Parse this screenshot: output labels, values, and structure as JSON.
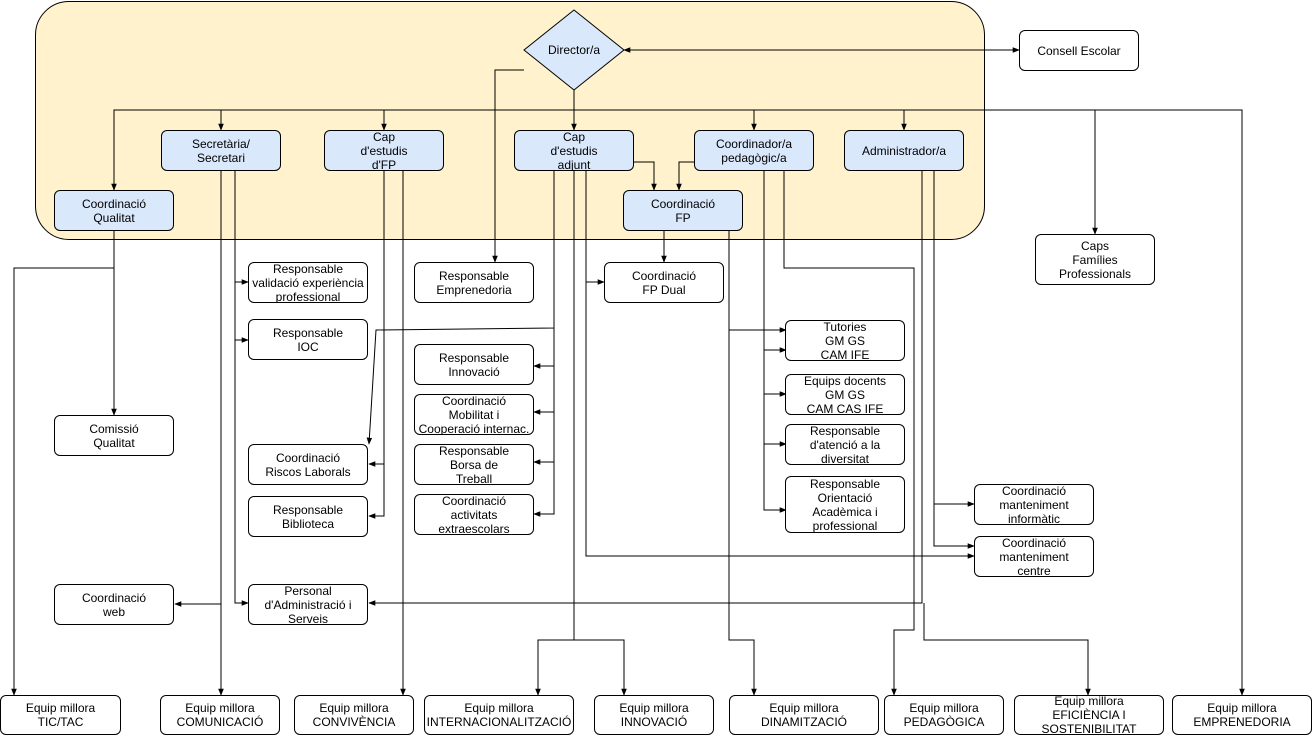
{
  "colors": {
    "band": "#fff2cc",
    "blue_box": "#dae8fc",
    "line": "#000000"
  },
  "nodes": {
    "director": "Director/a",
    "consell_escolar": "Consell Escolar",
    "secretaria": "Secretària/\nSecretari",
    "cap_estudis_fp": "Cap\nd'estudis\nd'FP",
    "cap_estudis_adjunt": "Cap\nd'estudis\nadjunt",
    "coordinador_pedagogic": "Coordinador/a\npedagògic/a",
    "administrador": "Administrador/a",
    "coordinacio_qualitat": "Coordinació\nQualitat",
    "coordinacio_fp": "Coordinació\nFP",
    "caps_families": "Caps\nFamílies\nProfessionals",
    "resp_validacio": "Responsable\nvalidació experiència\nprofessional",
    "resp_emprenedoria": "Responsable\nEmprenedoria",
    "coord_fp_dual": "Coordinació\nFP Dual",
    "resp_ioc": "Responsable\nIOC",
    "tutories": "Tutories\nGM GS\nCAM IFE",
    "resp_innovacio": "Responsable\nInnovació",
    "equips_docents": "Equips docents\nGM GS\nCAM CAS IFE",
    "coord_mobilitat": "Coordinació\nMobilitat i\nCooperació internac.",
    "comissio_qualitat": "Comissió\nQualitat",
    "resp_diversitat": "Responsable\nd'atenció a la\ndiversitat",
    "coord_riscos": "Coordinació\nRiscos Laborals",
    "resp_borsa": "Responsable\nBorsa de\nTreball",
    "resp_orientacio": "Responsable\nOrientació\nAcadèmica i\nprofessional",
    "coord_manteniment_inf": "Coordinació\nmanteniment\ninformàtic",
    "resp_biblioteca": "Responsable\nBiblioteca",
    "coord_extraescolars": "Coordinació\nactivitats\nextraescolars",
    "coord_manteniment_centre": "Coordinació\nmanteniment\ncentre",
    "coord_web": "Coordinació\nweb",
    "personal_admin": "Personal\nd'Administració i\nServeis",
    "eq_tic": "Equip millora\nTIC/TAC",
    "eq_comunicacio": "Equip millora\nCOMUNICACIÓ",
    "eq_convivencia": "Equip millora\nCONVIVÈNCIA",
    "eq_internacionalitzacio": "Equip millora\nINTERNACIONALITZACIÓ",
    "eq_innovacio": "Equip millora\nINNOVACIÓ",
    "eq_dinamitzacio": "Equip millora\nDINAMITZACIÓ",
    "eq_pedagogica": "Equip millora\nPEDAGÒGICA",
    "eq_eficiencia": "Equip millora\nEFICIÈNCIA I\nSOSTENIBILITAT",
    "eq_emprenedoria": "Equip millora\nEMPRENEDORIA"
  }
}
